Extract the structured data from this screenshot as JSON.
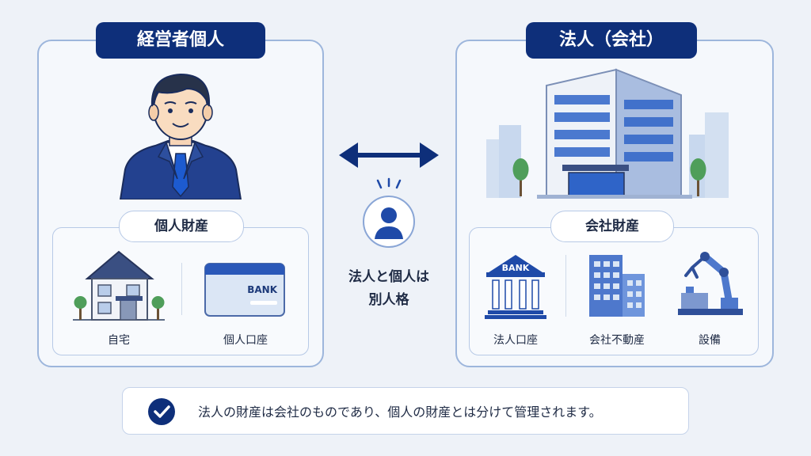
{
  "left": {
    "title": "経営者個人",
    "assets_label": "個人財産",
    "items": [
      "自宅",
      "個人口座"
    ],
    "bank_text": "BANK"
  },
  "right": {
    "title": "法人（会社）",
    "assets_label": "会社財産",
    "items": [
      "法人口座",
      "会社不動産",
      "設備"
    ],
    "bank_text": "BANK"
  },
  "center": {
    "line1": "法人と個人は",
    "line2": "別人格"
  },
  "footer": {
    "text": "法人の財産は会社のものであり、個人の財産とは分けて管理されます。"
  },
  "colors": {
    "navy": "#0e2f7a",
    "accent_blue": "#1f4aa8",
    "light_blue": "#9db6dc"
  },
  "icons": [
    "businessman-icon",
    "office-building-icon",
    "house-icon",
    "bank-card-icon",
    "bank-building-icon",
    "company-buildings-icon",
    "robot-arm-icon",
    "person-icon",
    "double-arrow-icon",
    "check-icon"
  ]
}
